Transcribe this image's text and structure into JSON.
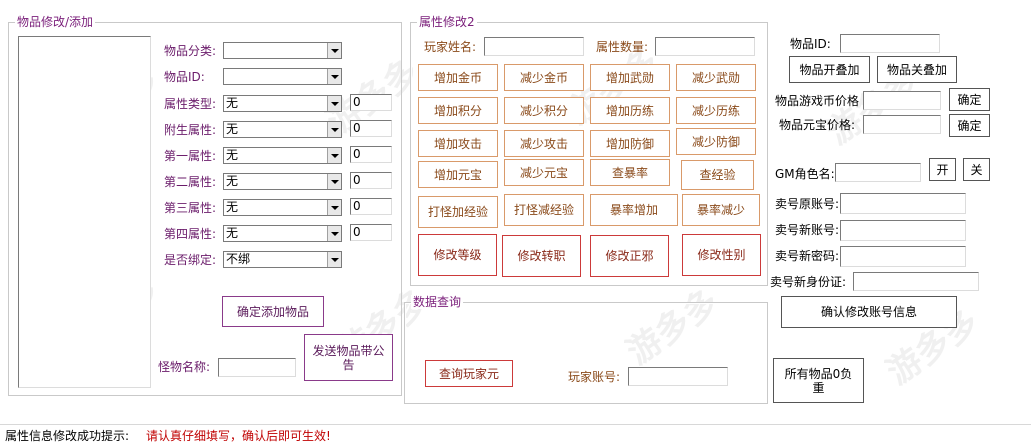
{
  "watermark": "游多多",
  "left_panel": {
    "title": "物品修改/添加",
    "category_label": "物品分类:",
    "category_value": "",
    "item_id_label": "物品ID:",
    "item_id_value": "",
    "attr_type_label": "属性类型:",
    "attr_type_value": "无",
    "attr_type_num": "0",
    "attached_label": "附生属性:",
    "attached_value": "无",
    "attached_num": "0",
    "first_label": "第一属性:",
    "first_value": "无",
    "first_num": "0",
    "second_label": "第二属性:",
    "second_value": "无",
    "second_num": "0",
    "third_label": "第三属性:",
    "third_value": "无",
    "third_num": "0",
    "fourth_label": "第四属性:",
    "fourth_value": "无",
    "fourth_num": "0",
    "bind_label": "是否绑定:",
    "bind_value": "不绑",
    "confirm_add_button": "确定添加物品",
    "monster_name_label": "怪物名称:",
    "monster_name_value": "",
    "send_item_button": "发送物品带公告"
  },
  "attr_panel": {
    "title": "属性修改2",
    "player_name_label": "玩家姓名:",
    "player_name_value": "",
    "attr_count_label": "属性数量:",
    "attr_count_value": "",
    "buttons": {
      "add_gold": "增加金币",
      "sub_gold": "减少金币",
      "add_merit": "增加武勋",
      "sub_merit": "减少武勋",
      "add_points": "增加积分",
      "sub_points": "减少积分",
      "add_exp": "增加历练",
      "sub_exp": "减少历练",
      "add_attack": "增加攻击",
      "sub_attack": "减少攻击",
      "add_defense": "增加防御",
      "sub_defense": "减少防御",
      "add_yuanbao": "增加元宝",
      "sub_yuanbao": "减少元宝",
      "check_droprate": "查暴率",
      "check_exp": "查经验",
      "monster_add_exp": "打怪加经验",
      "monster_sub_exp": "打怪减经验",
      "droprate_up": "暴率增加",
      "droprate_down": "暴率减少",
      "modify_level": "修改等级",
      "modify_job": "修改转职",
      "modify_alignment": "修改正邪",
      "modify_gender": "修改性别"
    }
  },
  "query_panel": {
    "title": "数据查询",
    "query_button": "查询玩家元",
    "account_label": "玩家账号:",
    "account_value": ""
  },
  "right_panel": {
    "item_id_label": "物品ID:",
    "item_id_value": "",
    "stack_on_button": "物品开叠加",
    "stack_off_button": "物品关叠加",
    "coin_price_label": "物品游戏币价格",
    "coin_price_value": "",
    "coin_confirm_button": "确定",
    "yuanbao_price_label": "物品元宝价格:",
    "yuanbao_price_value": "",
    "yuanbao_confirm_button": "确定",
    "gm_name_label": "GM角色名:",
    "gm_name_value": "",
    "gm_on_button": "开",
    "gm_off_button": "关",
    "orig_account_label": "卖号原账号:",
    "new_account_label": "卖号新账号:",
    "new_password_label": "卖号新密码:",
    "new_id_label": "卖号新身份证:",
    "confirm_account_button": "确认修改账号信息",
    "all_items_zero_button": "所有物品0负重"
  },
  "status": {
    "label": "属性信息修改成功提示:",
    "message": "请认真仔细填写，确认后即可生效!"
  },
  "colors": {
    "purple_text": "#6a1b6a",
    "orange_border": "#d99a6a",
    "red_border": "#cc3a3a",
    "status_red": "#c00000"
  }
}
